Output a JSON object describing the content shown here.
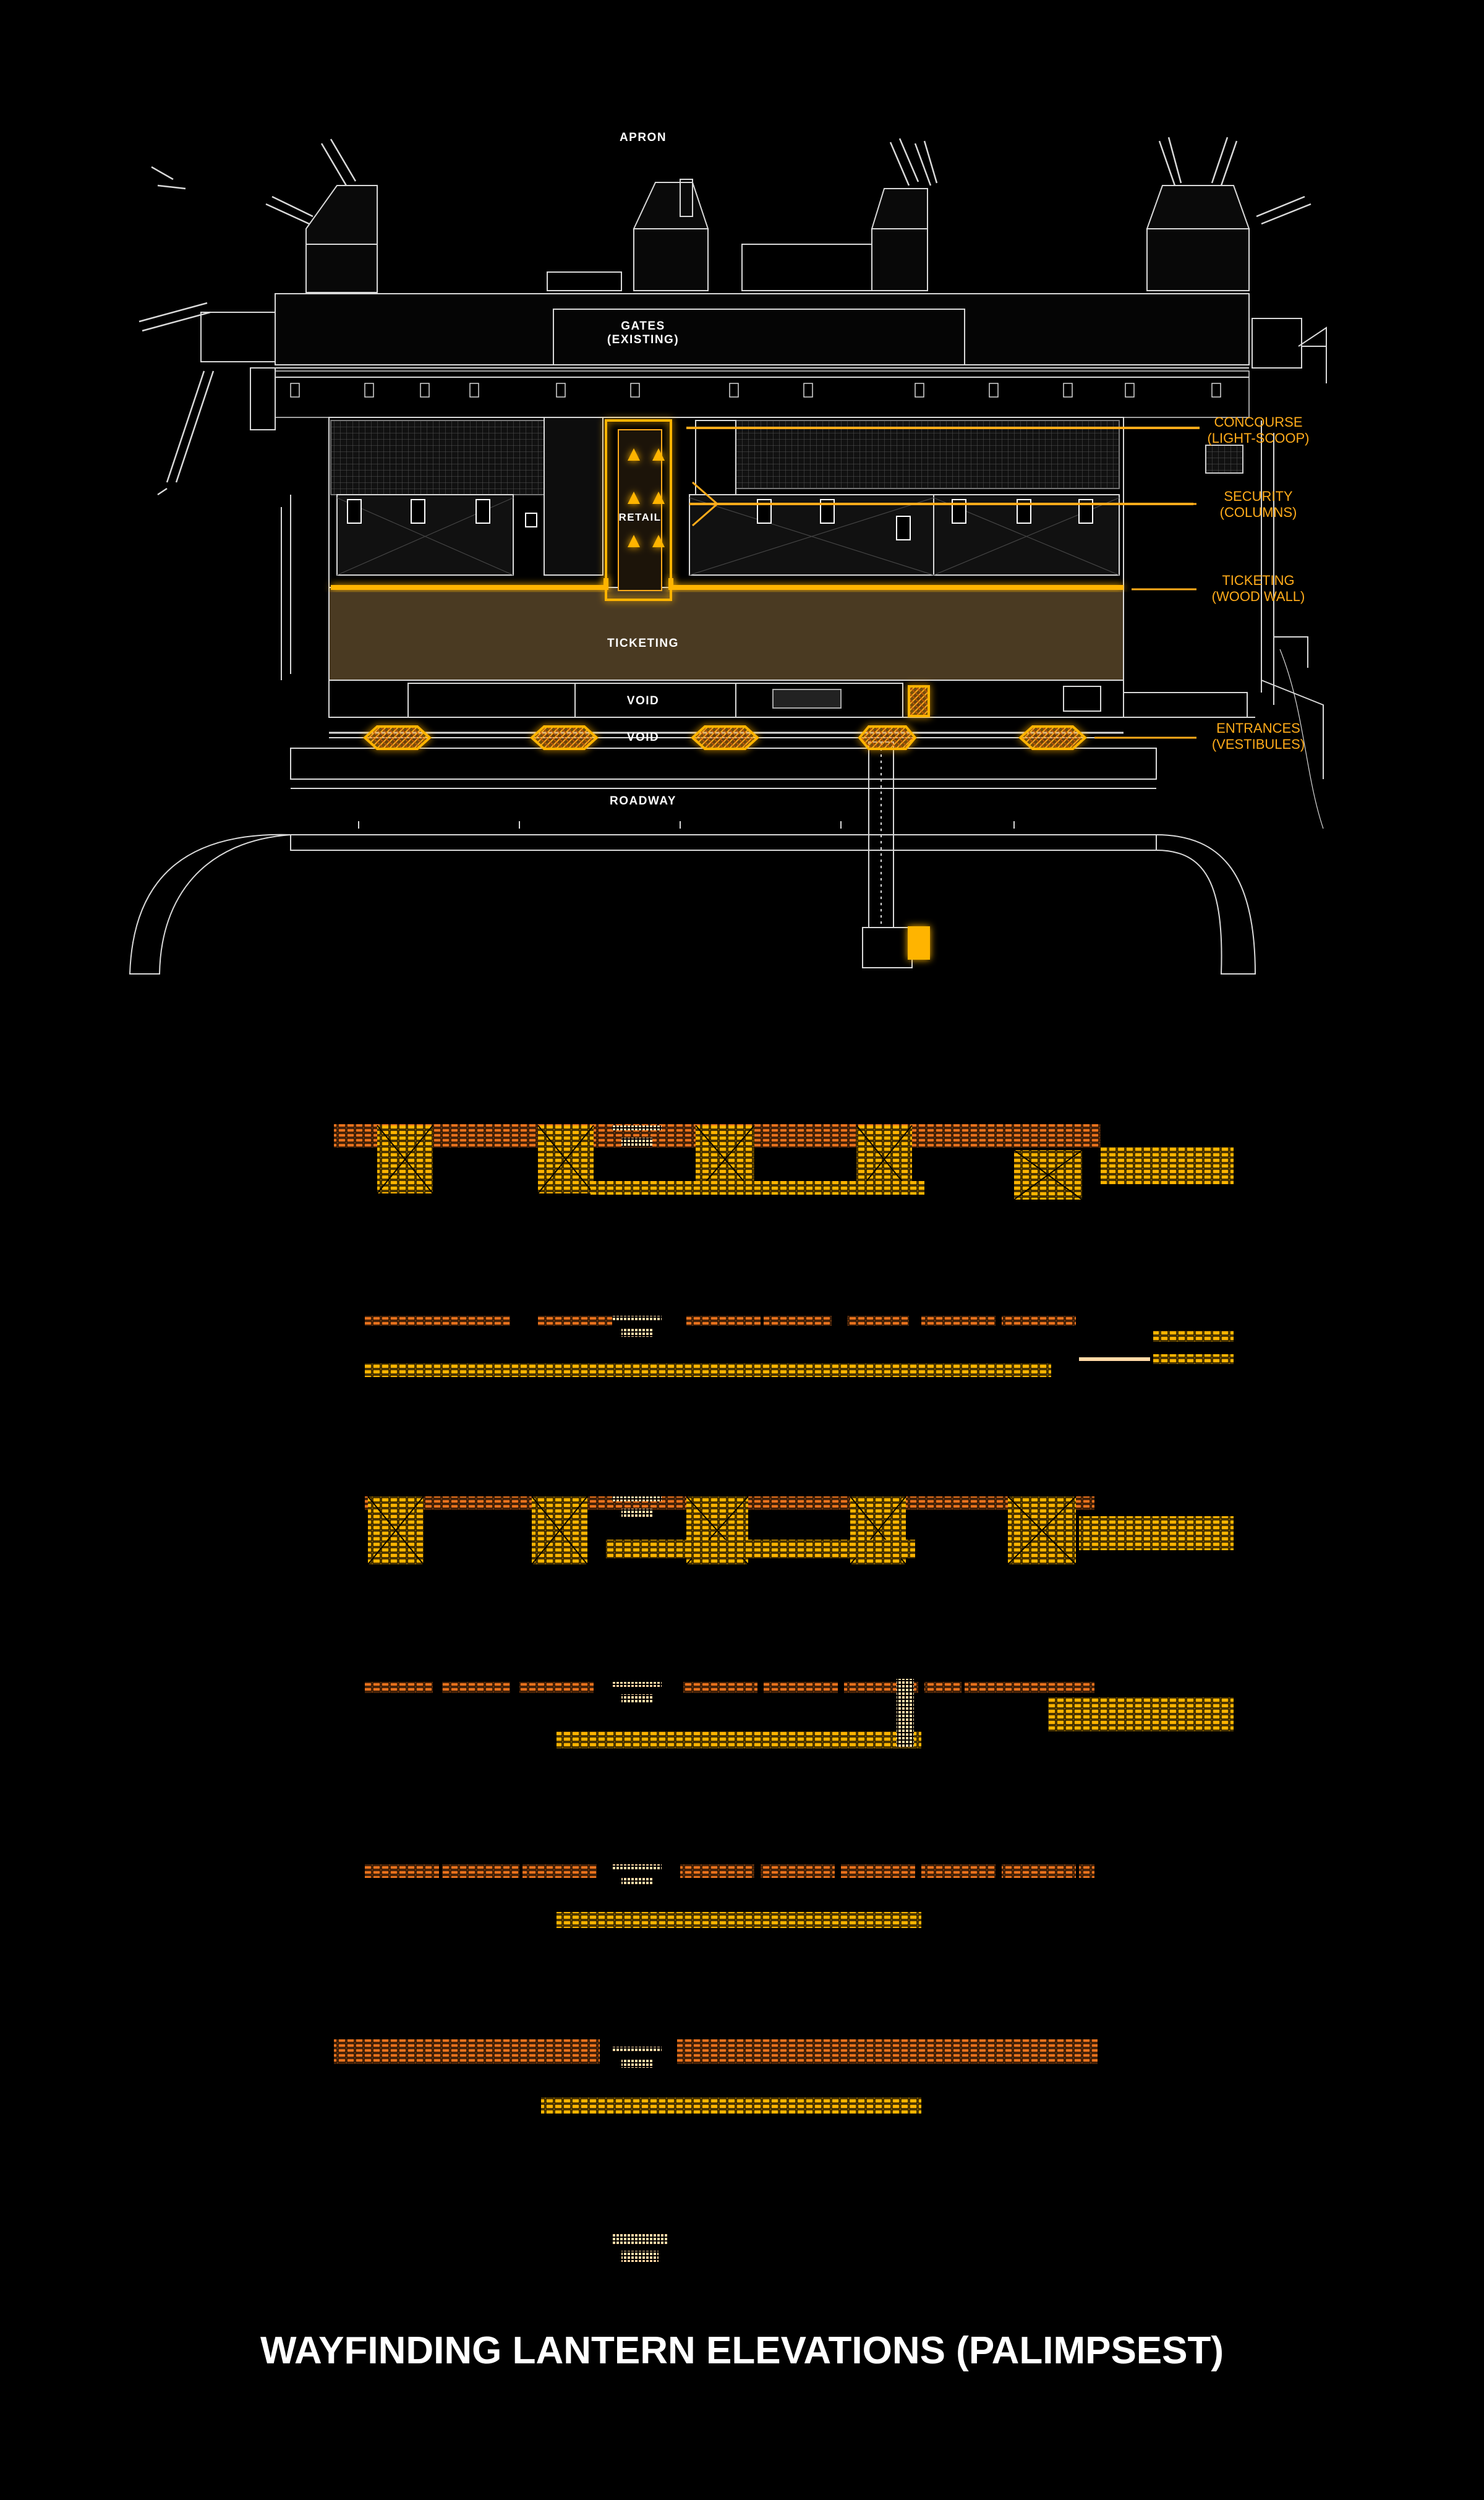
{
  "title": "WAYFINDING LANTERN ELEVATIONS (PALIMPSEST)",
  "plan_labels": {
    "apron": "APRON",
    "gates": "GATES\n(EXISTING)",
    "retail": "RETAIL",
    "ticketing": "TICKETING",
    "void_upper": "VOID",
    "void_lower": "VOID",
    "roadway": "ROADWAY"
  },
  "callouts": [
    {
      "id": "concourse",
      "text": "CONCOURSE\n(LIGHT-SCOOP)"
    },
    {
      "id": "security",
      "text": "SECURITY\n(COLUMNS)"
    },
    {
      "id": "ticketing",
      "text": "TICKETING\n(WOOD WALL)"
    },
    {
      "id": "entrances",
      "text": "ENTRANCES\n(VESTIBULES)"
    }
  ],
  "colors": {
    "background": "#000000",
    "linework": "#d9d9d9",
    "lantern_amber": "#ffab1a",
    "lantern_orange": "#e8711c",
    "lantern_yellow": "#ffb400",
    "ticketing_fill": "#4a3a22",
    "text": "#ffffff"
  }
}
